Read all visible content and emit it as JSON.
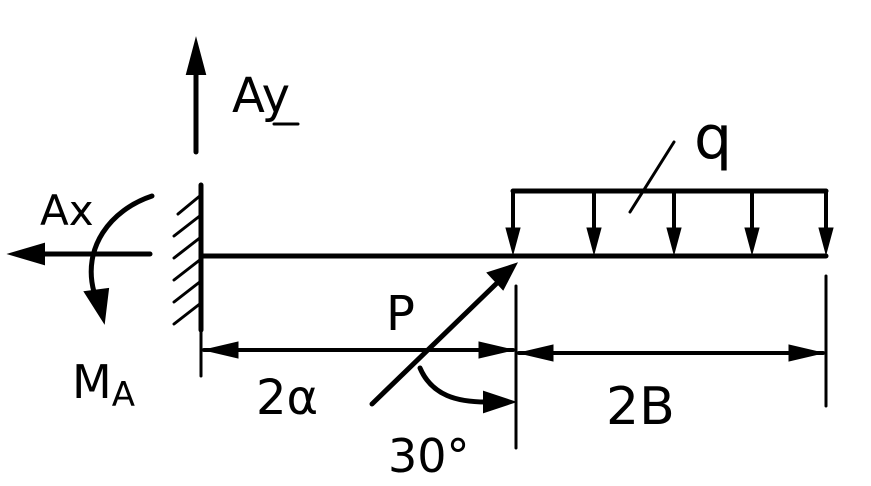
{
  "labels": {
    "ay": "Ay",
    "ax": "Ax",
    "ma_main": "M",
    "ma_sub": "A",
    "q": "q",
    "p": "P",
    "dim_left": "2α",
    "dim_right": "2B",
    "angle": "30°"
  },
  "colors": {
    "ink": "#000000",
    "background": "#ffffff"
  }
}
